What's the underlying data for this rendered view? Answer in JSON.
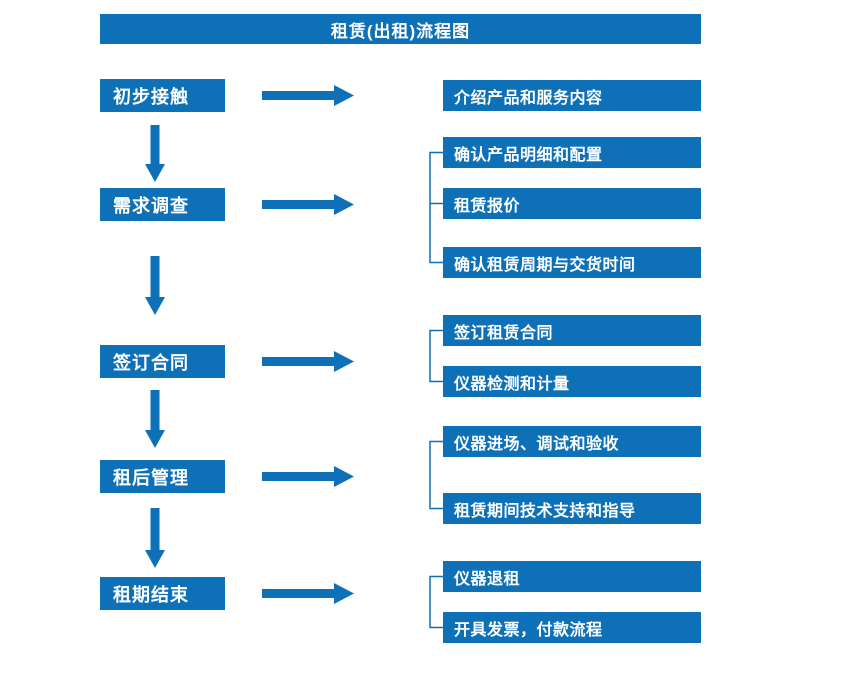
{
  "title": "租赁(出租)流程图",
  "colors": {
    "primary": "#0e71b8",
    "on-primary": "#ffffff"
  },
  "stages": [
    {
      "label": "初步接触",
      "details": [
        "介绍产品和服务内容"
      ]
    },
    {
      "label": "需求调查",
      "details": [
        "确认产品明细和配置",
        "租赁报价",
        "确认租赁周期与交货时间"
      ]
    },
    {
      "label": "签订合同",
      "details": [
        "签订租赁合同",
        "仪器检测和计量"
      ]
    },
    {
      "label": "租后管理",
      "details": [
        "仪器进场、调试和验收",
        "租赁期间技术支持和指导"
      ]
    },
    {
      "label": "租期结束",
      "details": [
        "仪器退租",
        "开具发票，付款流程"
      ]
    }
  ]
}
